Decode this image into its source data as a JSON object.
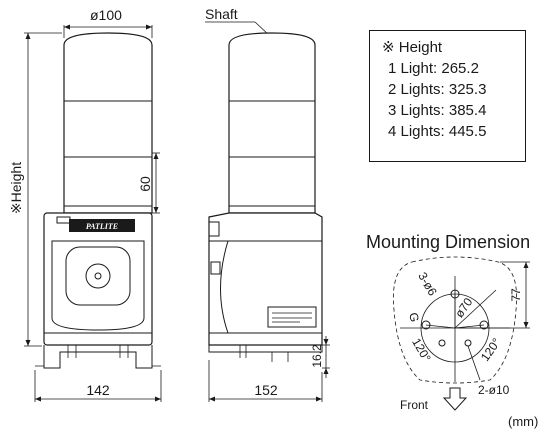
{
  "dimensions": {
    "top_width": "ø100",
    "height_label": "※Height",
    "tier_height": "60",
    "front_width": "142",
    "side_width": "152",
    "base_height": "16.2",
    "shaft_label": "Shaft",
    "brand": "PATLITE"
  },
  "height_table": {
    "title": "※ Height",
    "rows": [
      "1 Light: 265.2",
      "2 Lights: 325.3",
      "3 Lights: 385.4",
      "4 Lights: 445.5"
    ]
  },
  "mounting": {
    "title": "Mounting Dimension",
    "holes": "3-ø6",
    "pcd": "ø70",
    "distance": "77",
    "angle_left": "120°",
    "angle_right": "120°",
    "cable_hole": "2-ø10",
    "left_mark": "G",
    "front_label": "Front",
    "unit": "(mm)"
  }
}
